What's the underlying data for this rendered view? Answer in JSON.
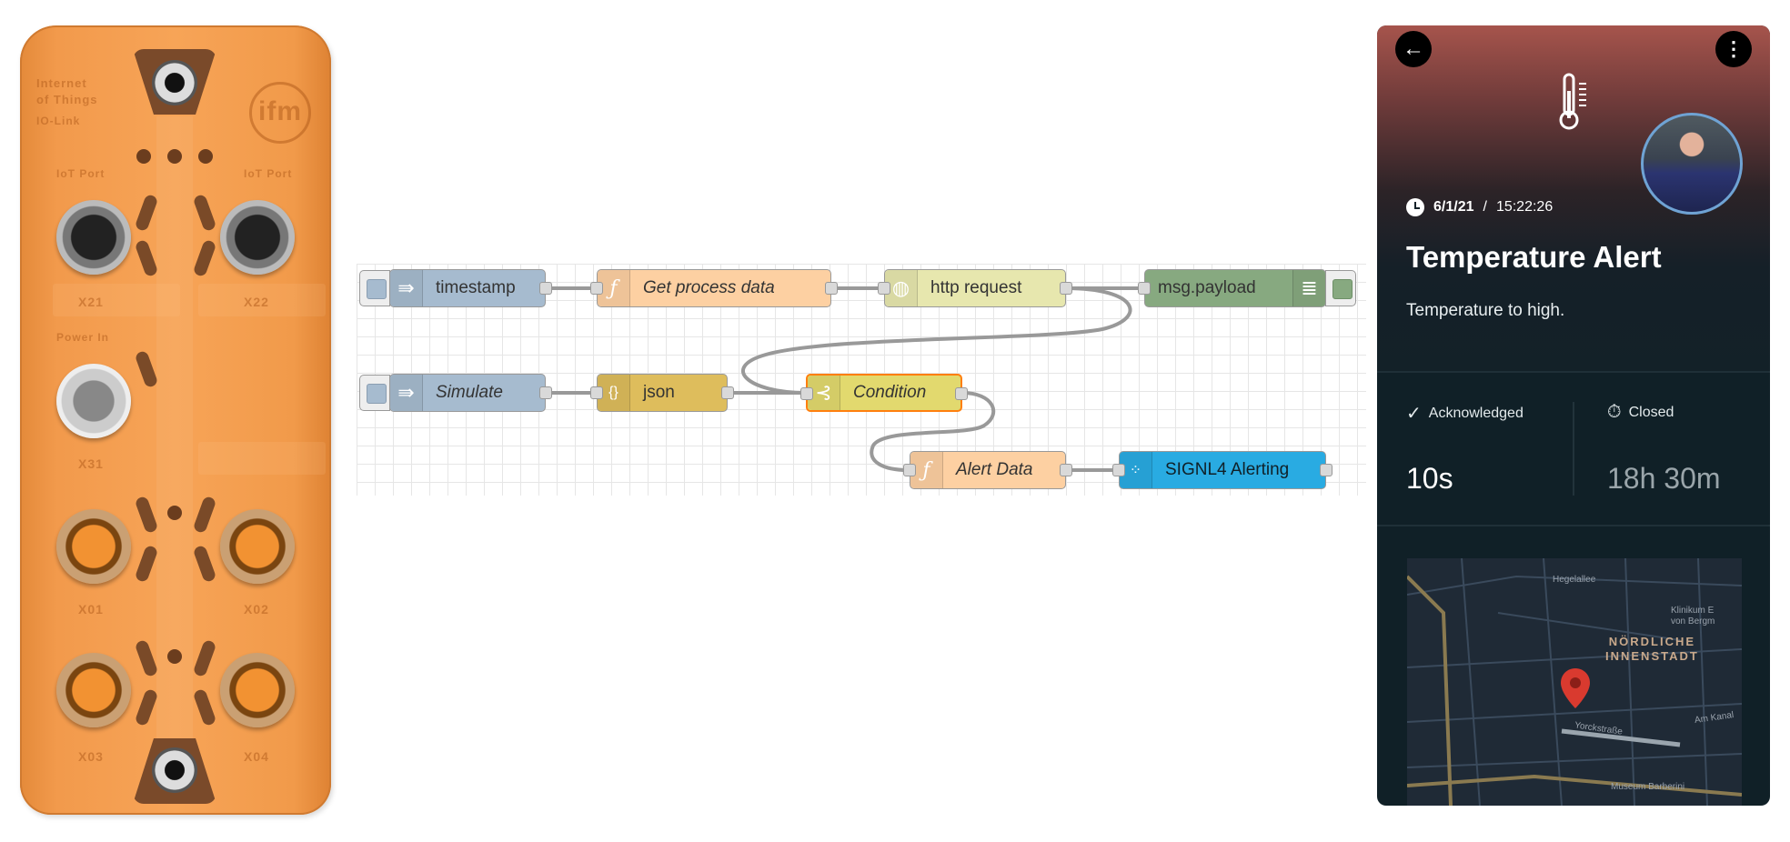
{
  "device": {
    "brand": "ifm",
    "print_lines": [
      "Internet",
      "of Things",
      "IO-Link",
      "IoT Port",
      "IoT Port",
      "Power In",
      "X21",
      "X22",
      "X31",
      "X01",
      "X02",
      "X03",
      "X04"
    ]
  },
  "flow": {
    "nodes": {
      "timestamp": {
        "label": "timestamp",
        "color": "#a6bbcf"
      },
      "get_process_data": {
        "label": "Get process data",
        "color": "#fdd0a2"
      },
      "http_request": {
        "label": "http request",
        "color": "#e7e7ae"
      },
      "msg_payload": {
        "label": "msg.payload",
        "color": "#87a980"
      },
      "simulate": {
        "label": "Simulate",
        "color": "#a6bbcf"
      },
      "json": {
        "label": "json",
        "color": "#debd5c"
      },
      "condition": {
        "label": "Condition",
        "color": "#e2d96e"
      },
      "alert_data": {
        "label": "Alert Data",
        "color": "#fdd0a2"
      },
      "signl4": {
        "label": "SIGNL4 Alerting",
        "color": "#29abe2"
      }
    },
    "icons": {
      "inject": "arrow-in-icon",
      "function": "function-icon",
      "http": "globe-icon",
      "debug": "list-icon",
      "json": "braces-icon",
      "switch": "switch-icon",
      "signl4": "dots-icon"
    }
  },
  "alert": {
    "date": "6/1/21",
    "time_sep": "/",
    "time": "15:22:26",
    "title": "Temperature Alert",
    "text": "Temperature to high.",
    "acknowledged_label": "Acknowledged",
    "acknowledged_value": "10s",
    "closed_label": "Closed",
    "closed_value": "18h 30m",
    "map": {
      "district": "NÖRDLICHE\nINNENSTADT",
      "poi1": "Klinikum E\nvon Bergm",
      "poi2": "Museum Barberini",
      "street1": "Hegelallee",
      "street2": "Yorckstraße",
      "street3": "Am Kanal"
    }
  },
  "colors": {
    "node_border": "#999999",
    "wire": "#999999",
    "condition_border": "#ff7f0e",
    "pin": "#d93a2f"
  }
}
